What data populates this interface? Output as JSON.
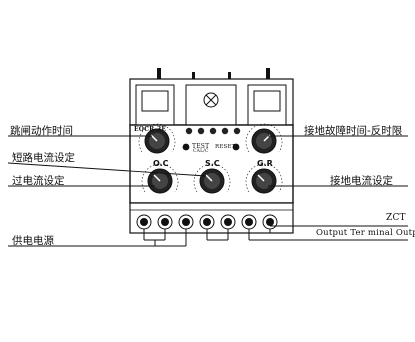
{
  "labels": {
    "trip_time": "跳闸动作时间",
    "short_circuit": "短路电流设定",
    "over_current": "过电流设定",
    "power_supply": "供电电源",
    "ground_fault_time": "接地故障时间-反时限",
    "ground_current": "接地电流设定",
    "zct": "ZCT",
    "output_terminal": "Output  Ter minal   Outp u"
  },
  "device": {
    "model": "EOCR-3E",
    "test_label": "TEST",
    "test_sub": "CAL/C",
    "reset_label": "RESET",
    "knob_oc": "O.C",
    "knob_sc": "S.C",
    "knob_gr": "G.R"
  }
}
